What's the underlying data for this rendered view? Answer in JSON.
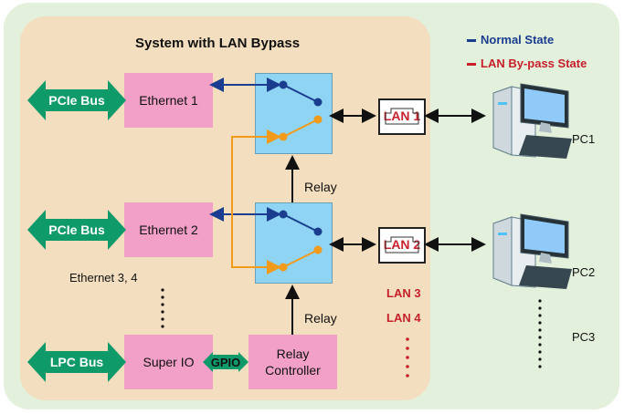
{
  "title": "System with LAN Bypass",
  "legend": {
    "normal": "Normal State",
    "bypass": "LAN By-pass State",
    "normal_color": "#1a3d8f",
    "bypass_color": "#c8202a"
  },
  "buses": {
    "pcie1": "PCIe Bus",
    "pcie2": "PCIe Bus",
    "lpc": "LPC Bus",
    "gpio": "GPIO"
  },
  "blocks": {
    "ethernet1": "Ethernet 1",
    "ethernet2": "Ethernet 2",
    "ethernet34": "Ethernet 3, 4",
    "superio": "Super IO",
    "relay_controller_line1": "Relay",
    "relay_controller_line2": "Controller"
  },
  "relay_labels": [
    "Relay",
    "Relay"
  ],
  "ports": {
    "lan1": "LAN 1",
    "lan2": "LAN 2",
    "lan3": "LAN 3",
    "lan4": "LAN 4"
  },
  "pcs": {
    "pc1": "PC1",
    "pc2": "PC2",
    "pc3": "PC3"
  },
  "colors": {
    "bus_green": "#0f9a6a",
    "pink_block": "#f2a0c8",
    "switch_blue": "#8fd4f2",
    "bypass_orange": "#f29a1a",
    "outer_bg": "#e3f0dc",
    "inner_bg": "#f3dfbf"
  }
}
